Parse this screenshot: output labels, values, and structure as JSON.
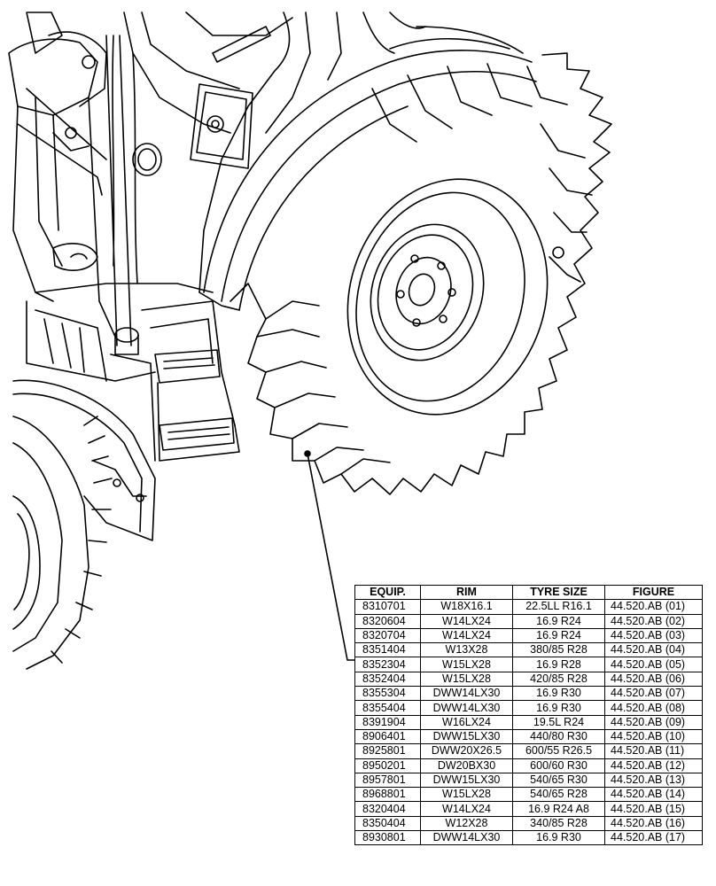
{
  "table": {
    "headers": [
      "EQUIP.",
      "RIM",
      "TYRE SIZE",
      "FIGURE"
    ],
    "rows": [
      [
        "8310701",
        "W18X16.1",
        "22.5LL R16.1",
        "44.520.AB (01)"
      ],
      [
        "8320604",
        "W14LX24",
        "16.9 R24",
        "44.520.AB (02)"
      ],
      [
        "8320704",
        "W14LX24",
        "16.9 R24",
        "44.520.AB (03)"
      ],
      [
        "8351404",
        "W13X28",
        "380/85 R28",
        "44.520.AB (04)"
      ],
      [
        "8352304",
        "W15LX28",
        "16.9 R28",
        "44.520.AB (05)"
      ],
      [
        "8352404",
        "W15LX28",
        "420/85 R28",
        "44.520.AB (06)"
      ],
      [
        "8355304",
        "DWW14LX30",
        "16.9 R30",
        "44.520.AB (07)"
      ],
      [
        "8355404",
        "DWW14LX30",
        "16.9 R30",
        "44.520.AB (08)"
      ],
      [
        "8391904",
        "W16LX24",
        "19.5L R24",
        "44.520.AB (09)"
      ],
      [
        "8906401",
        "DWW15LX30",
        "440/80 R30",
        "44.520.AB (10)"
      ],
      [
        "8925801",
        "DWW20X26.5",
        "600/55 R26.5",
        "44.520.AB (11)"
      ],
      [
        "8950201",
        "DW20BX30",
        "600/60 R30",
        "44.520.AB (12)"
      ],
      [
        "8957801",
        "DWW15LX30",
        "540/65 R30",
        "44.520.AB (13)"
      ],
      [
        "8968801",
        "W15LX28",
        "540/65 R28",
        "44.520.AB (14)"
      ],
      [
        "8320404",
        "W14LX24",
        "16.9 R24 A8",
        "44.520.AB (15)"
      ],
      [
        "8350404",
        "W12X28",
        "340/85 R28",
        "44.520.AB (16)"
      ],
      [
        "8930801",
        "DWW14LX30",
        "16.9 R30",
        "44.520.AB (17)"
      ]
    ]
  }
}
